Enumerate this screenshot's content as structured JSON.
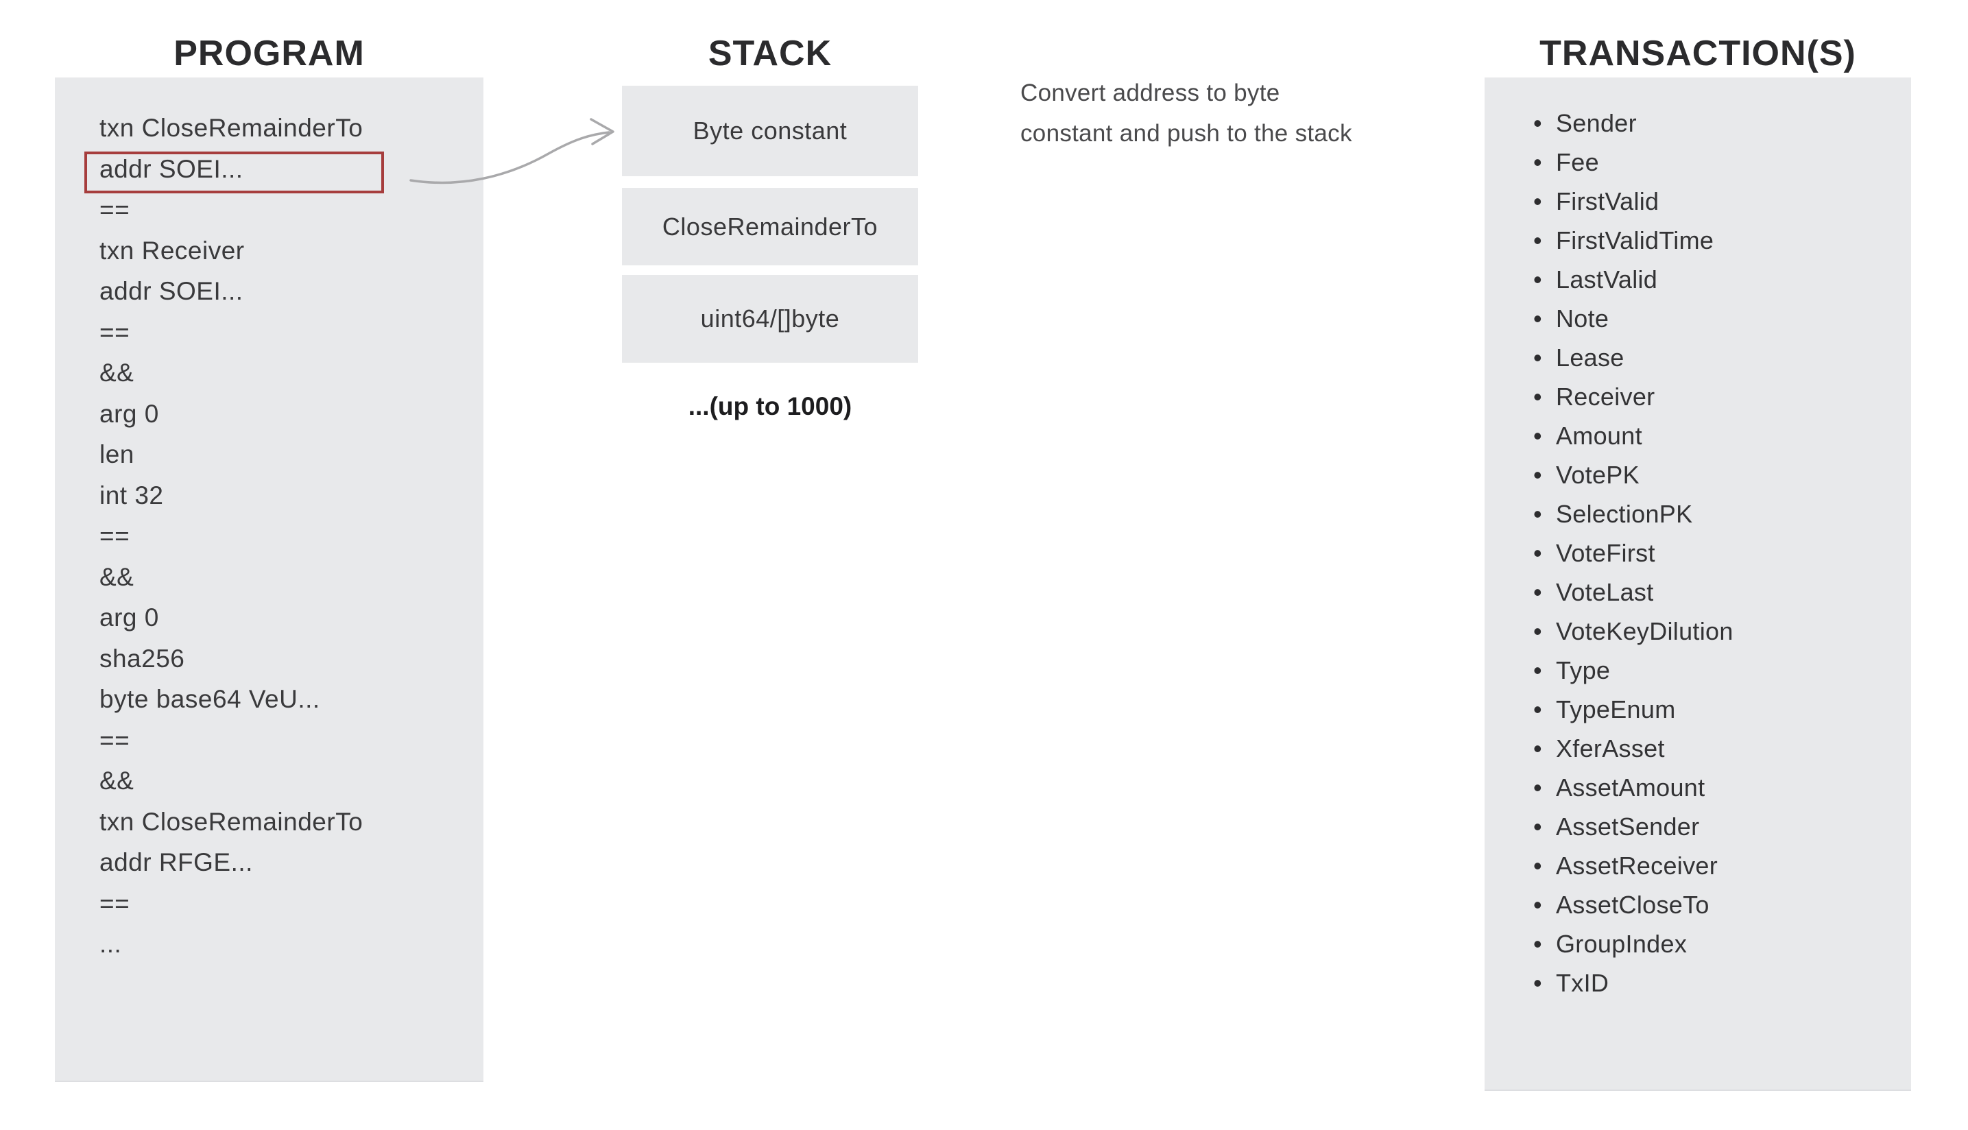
{
  "titles": {
    "program": "PROGRAM",
    "stack": "STACK",
    "transactions": "TRANSACTION(S)"
  },
  "program": {
    "lines": [
      "txn CloseRemainderTo",
      "addr SOEI...",
      "==",
      "txn Receiver",
      "addr SOEI...",
      "==",
      "&&",
      "arg 0",
      "len",
      "int 32",
      "==",
      "&&",
      "arg 0",
      "sha256",
      "byte base64 VeU...",
      "==",
      "&&",
      "txn CloseRemainderTo",
      "addr RFGE...",
      "==",
      "..."
    ],
    "highlighted_line_index": 1,
    "highlighted_line_text": "addr SOEI..."
  },
  "stack": {
    "boxes": [
      "Byte constant",
      "CloseRemainderTo",
      "uint64/[]byte"
    ],
    "more_label": "...(up to 1000)"
  },
  "annotation": {
    "lines": [
      "Convert address to byte",
      "constant and push to the stack"
    ]
  },
  "transactions": {
    "bullet_char": "•",
    "fields": [
      "Sender",
      "Fee",
      "FirstValid",
      "FirstValidTime",
      "LastValid",
      "Note",
      "Lease",
      "Receiver",
      "Amount",
      "VotePK",
      "SelectionPK",
      "VoteFirst",
      "VoteLast",
      "VoteKeyDilution",
      "Type",
      "TypeEnum",
      "XferAsset",
      "AssetAmount",
      "AssetSender",
      "AssetReceiver",
      "AssetCloseTo",
      "GroupIndex",
      "TxID"
    ]
  },
  "colors": {
    "panel_bg": "#e8e9eb",
    "highlight_border": "#a63d3d",
    "arrow": "#a9a9ab",
    "title_text": "#2b2b2d",
    "body_text": "#3a3a3c"
  }
}
